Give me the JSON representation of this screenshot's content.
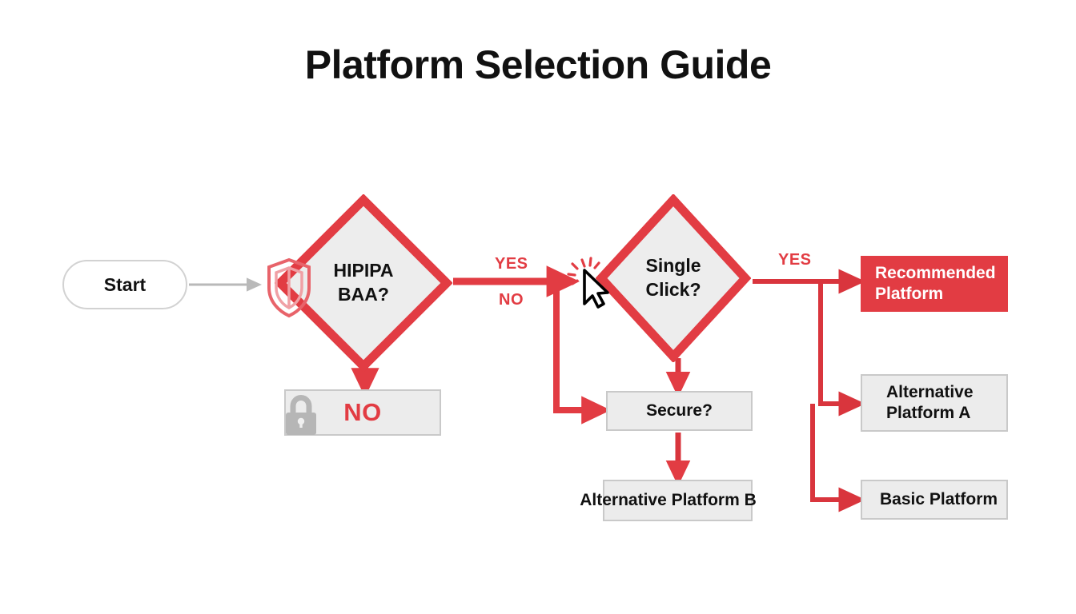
{
  "page": {
    "title": "Platform Selection Guide",
    "background": "#ffffff"
  },
  "colors": {
    "accent_red": "#e23c43",
    "box_fill_gray": "#ececec",
    "box_border_gray": "#c9c9c9",
    "start_border_gray": "#d2d2d2",
    "start_arrow_gray": "#b9b9b9",
    "text_black": "#111111",
    "text_white": "#ffffff",
    "lock_gray": "#b6b6b6"
  },
  "nodes": {
    "start": {
      "label": "Start",
      "shape": "pill"
    },
    "hipipa": {
      "label_line1": "HIPIPA",
      "label_line2": "BAA?",
      "shape": "diamond"
    },
    "single_click": {
      "label_line1": "Single",
      "label_line2": "Click?",
      "shape": "diamond"
    },
    "no_result": {
      "label": "NO",
      "shape": "rect"
    },
    "secure": {
      "label": "Secure?",
      "shape": "rect"
    },
    "alt_platform_b": {
      "label": "Alternative Platform B",
      "shape": "rect"
    },
    "recommended": {
      "label_line1": "Recommended",
      "label_line2": "Platform",
      "shape": "rect"
    },
    "alt_platform_a": {
      "label_line1": "Alternative",
      "label_line2": "Platform A",
      "shape": "rect"
    },
    "basic": {
      "label": "Basic Platform",
      "shape": "rect"
    }
  },
  "edges": {
    "start_to_hipipa": {
      "label": "",
      "style": "gray-thin"
    },
    "hipipa_yes": {
      "label": "YES",
      "style": "red-thick"
    },
    "hipipa_no": {
      "label": "NO",
      "style": "red-thick"
    },
    "single_yes": {
      "label": "YES",
      "style": "red-thin"
    },
    "single_down": {
      "label": "",
      "style": "red-thin"
    },
    "secure_down": {
      "label": "",
      "style": "red-thin"
    },
    "hipipa_down": {
      "label": "",
      "style": "red-thick"
    },
    "branch_alt_a": {
      "label": "",
      "style": "red-thin"
    },
    "branch_basic": {
      "label": "",
      "style": "red-thin"
    }
  },
  "icons": {
    "shield": "shield-icon",
    "lock": "lock-icon",
    "cursor": "cursor-click-icon"
  }
}
